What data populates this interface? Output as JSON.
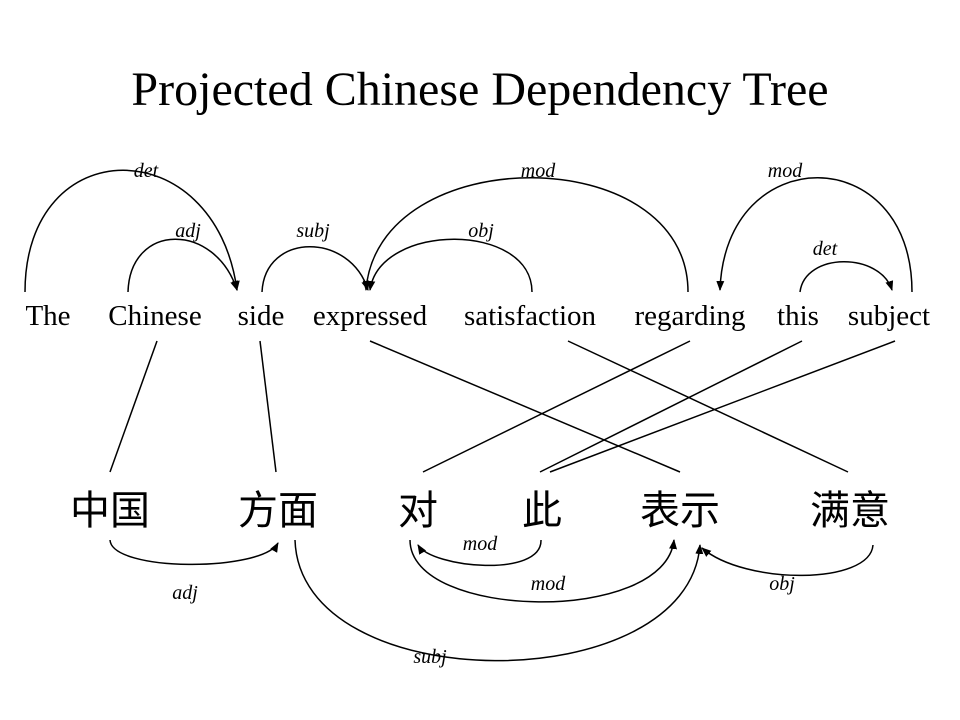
{
  "title": "Projected Chinese Dependency Tree",
  "english_words": [
    {
      "id": "the",
      "text": "The"
    },
    {
      "id": "chinese",
      "text": "Chinese"
    },
    {
      "id": "side",
      "text": "side"
    },
    {
      "id": "expressed",
      "text": "expressed"
    },
    {
      "id": "satisfaction",
      "text": "satisfaction"
    },
    {
      "id": "regarding",
      "text": "regarding"
    },
    {
      "id": "this",
      "text": "this"
    },
    {
      "id": "subject",
      "text": "subject"
    }
  ],
  "chinese_words": [
    {
      "id": "zhongguo",
      "text": "中国"
    },
    {
      "id": "fangmian",
      "text": "方面"
    },
    {
      "id": "dui",
      "text": "对"
    },
    {
      "id": "ci",
      "text": "此"
    },
    {
      "id": "biaoshi",
      "text": "表示"
    },
    {
      "id": "manyi",
      "text": "满意"
    }
  ],
  "english_labels": {
    "det_the": "det",
    "adj_chinese": "adj",
    "subj_side": "subj",
    "obj_satisfaction": "obj",
    "mod_regarding": "mod",
    "mod_subject": "mod",
    "det_this": "det"
  },
  "chinese_labels": {
    "adj_zhongguo": "adj",
    "subj_fangmian": "subj",
    "mod_ci": "mod",
    "mod_dui": "mod",
    "obj_manyi": "obj"
  }
}
